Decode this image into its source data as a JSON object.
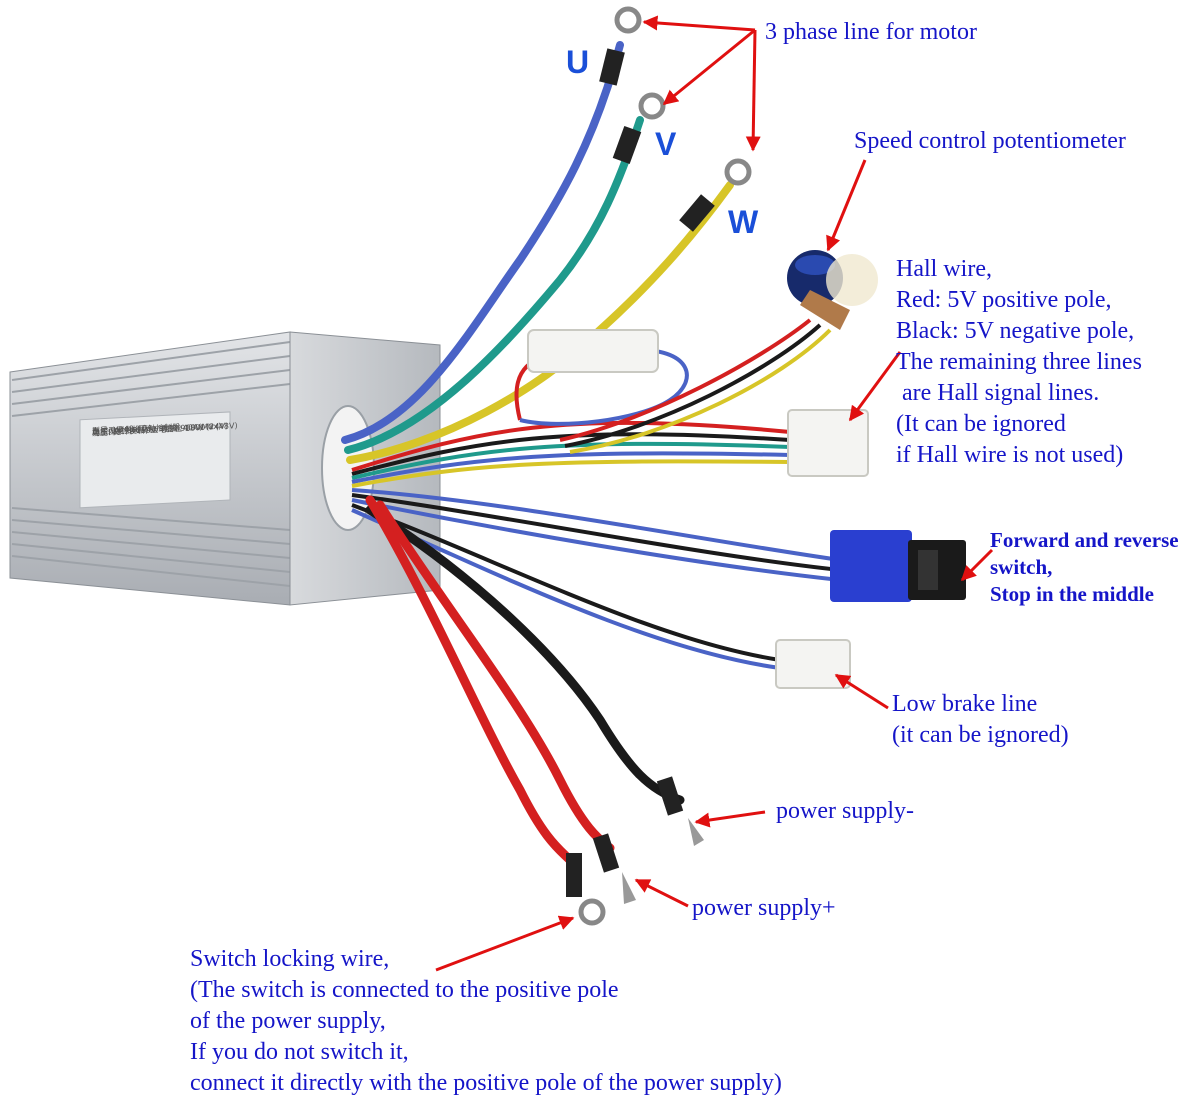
{
  "phase_letters": {
    "u": "U",
    "v": "V",
    "w": "W"
  },
  "labels": {
    "phase_line": "3 phase line for motor",
    "speed_pot": "Speed control potentiometer",
    "hall": [
      "Hall wire,",
      "Red: 5V positive pole,",
      "Black: 5V negative pole,",
      "The remaining three lines",
      " are Hall signal lines.",
      "(It can be ignored",
      "if Hall wire is not used)"
    ],
    "fwd_rev": [
      "Forward and reverse",
      "switch,",
      "Stop in the middle"
    ],
    "brake": [
      "Low brake line",
      "(it can be ignored)"
    ],
    "power_minus": "power supply-",
    "power_plus": "power supply+",
    "lock_wire": [
      "Switch locking wire,",
      "(The switch is connected to the positive pole",
      "of the power supply,",
      "If you do not switch it,",
      "connect it directly with the positive pole of the power supply)"
    ]
  },
  "nameplate": [
    "直流无刷电机驱动控制器",
    "型号: YB48-40A",
    "电压: DC24V/48V  电流: 40A(Max)",
    "欠压保护: DC19V  功率: 900W (24V)",
    "功能: 允许反转, 上电自检  1800W (48V)"
  ],
  "colors": {
    "label_text": "#1515c8",
    "arrow": "#e01010",
    "wire_blue": "#4a63c6",
    "wire_green": "#1f9a8c",
    "wire_yellow": "#d7c528",
    "wire_red": "#d42020",
    "wire_black": "#1a1a1a",
    "housing": "#c9ccd0",
    "switch_blue": "#2a3fd0"
  }
}
